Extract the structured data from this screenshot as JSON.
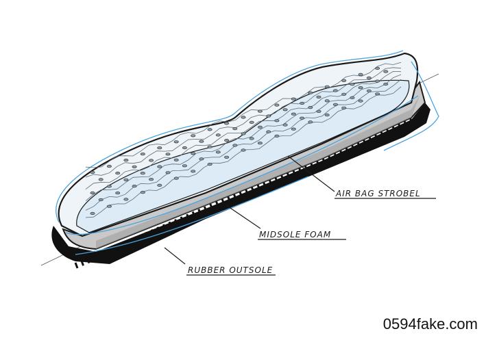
{
  "labels": {
    "air_bag": "AIR BAG STROBEL",
    "midsole": "MIDSOLE FOAM",
    "outsole": "RUBBER OUTSOLE"
  },
  "watermark": "0594fake.com",
  "colors": {
    "ink": "#1a1a1a",
    "sketch_blue": "#4aa3e0",
    "airbag_fill": "#dcebf5",
    "midsole_grey": "#c9c9c9",
    "midsole_shadow": "#9a9a9a"
  }
}
